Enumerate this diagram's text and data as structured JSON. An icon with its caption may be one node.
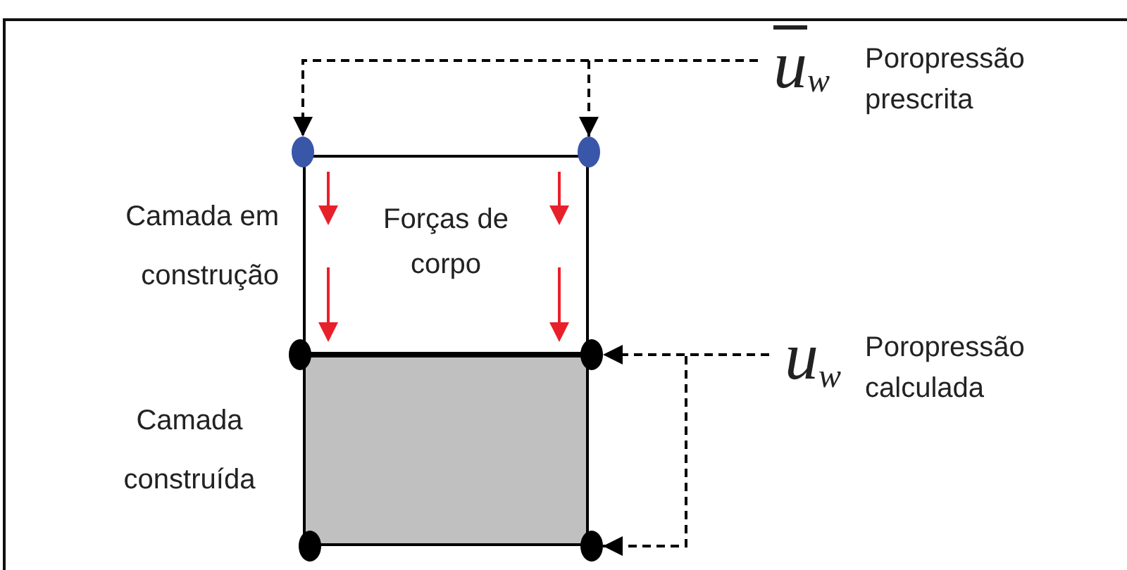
{
  "diagram": {
    "nodes": [
      {
        "text": [
          "u$_{w}$"
        ],
        "beside": [
          "Poropressão prescrita"
        ]
      },
      {
        "text": [],
        "shape": "circle"
      },
      {
        "text": [],
        "shape": "circle"
      },
      {
        "text": [
          "Forças de corpo"
        ],
        "beside": [
          "Camada em construção"
        ]
      },
      {
        "text": [
          "Camada construída"
        ]
      },
      {
        "text": [],
        "shape": "circle"
      },
      {
        "text": [],
        "shape": "circle"
      },
      {
        "text": [],
        "shape": "circle"
      },
      {
        "text": [],
        "shape": "circle"
      },
      {
        "text": [
          "u$_{w}$"
        ],
        "beside": [
          "Poropressão calculada"
        ]
      }
    ],
    "edges": [
      {
        "from": 0,
        "to": 1,
        "arrow": "to",
        "style": "dashed"
      },
      {
        "from": 0,
        "to": 2,
        "arrow": "to",
        "style": "dashed"
      },
      {
        "from": 9,
        "to": 6,
        "arrow": "to",
        "style": "dashed"
      },
      {
        "from": 9,
        "to": 8,
        "arrow": "to",
        "style": "dashed"
      }
    ]
  }
}
